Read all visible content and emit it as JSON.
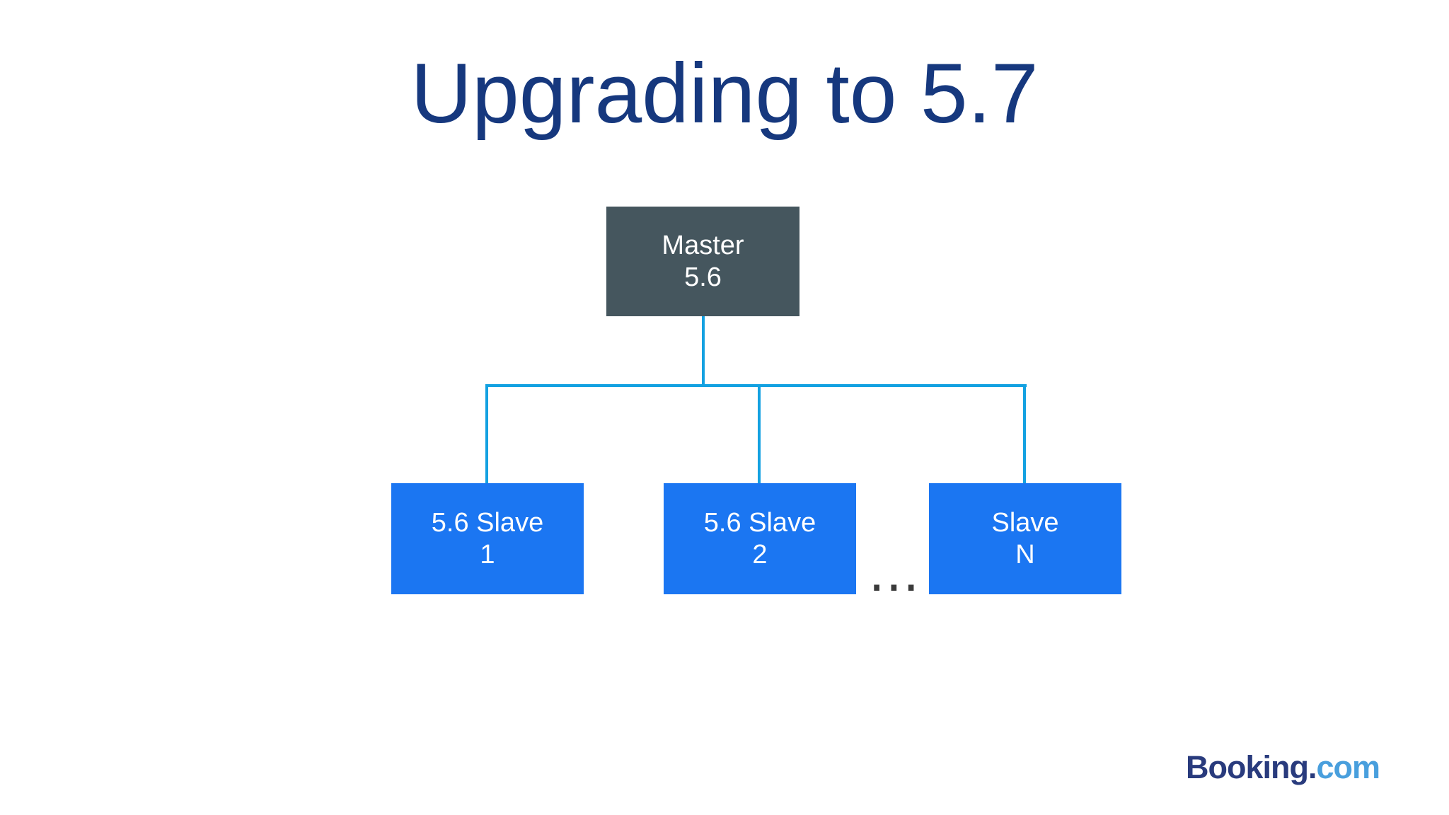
{
  "slide": {
    "title": "Upgrading to 5.7",
    "background_color": "#ffffff",
    "title_color": "#16387e"
  },
  "diagram": {
    "type": "tree-topology",
    "master": {
      "line1": "Master",
      "line2": "5.6",
      "fill_color": "#45565e",
      "text_color": "#ffffff"
    },
    "slaves": [
      {
        "line1": "5.6 Slave",
        "line2": "1"
      },
      {
        "line1": "5.6 Slave",
        "line2": "2"
      },
      {
        "line1": "Slave",
        "line2": "N"
      }
    ],
    "slave_fill_color": "#1b76f2",
    "slave_text_color": "#ffffff",
    "connector_color": "#13a1e1",
    "ellipsis": "...",
    "ellipsis_color": "#3a3a3a"
  },
  "footer": {
    "logo_primary": "Booking",
    "logo_dot": ".",
    "logo_secondary": "com",
    "logo_primary_color": "#293b7d",
    "logo_secondary_color": "#499fdd"
  }
}
